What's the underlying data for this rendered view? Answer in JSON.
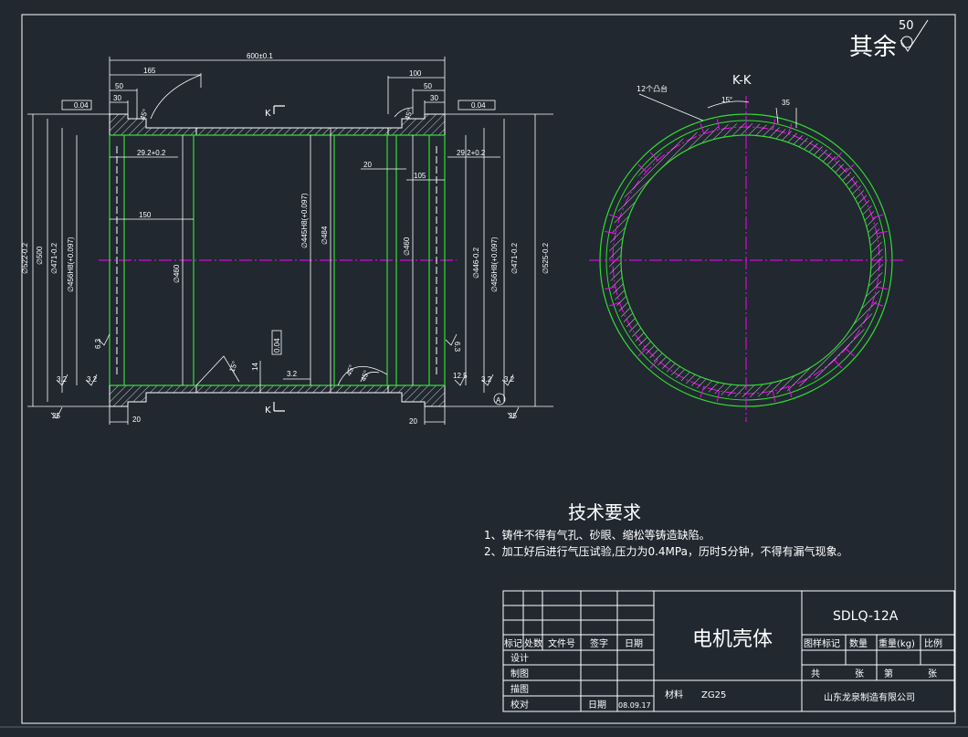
{
  "roughness": {
    "label": "其余",
    "value": "50"
  },
  "section_label": "K-K",
  "cut_mark": "K",
  "datum_label": "A",
  "boss_note": "12个凸台",
  "boss_angle": "15°",
  "boss_width": "35",
  "dims": {
    "overall_len": "600±0.1",
    "len_165": "165",
    "len_100": "100",
    "len_50_l": "50",
    "len_30_l": "30",
    "len_50_r": "50",
    "len_30_r": "30",
    "len_29_2_l": "29.2+0.2",
    "len_29_2_r": "29.2+0.2",
    "len_150": "150",
    "len_20_mid": "20",
    "len_105": "105",
    "len_20_bl": "20",
    "len_20_br": "20",
    "len_14": "14",
    "len_3_2": "3.2",
    "tol_flat_l": "0.04",
    "tol_flat_r": "0.04",
    "tol_mid": "0.04",
    "dia_522": "∅522-0.2",
    "dia_500": "∅500",
    "dia_471_l": "∅471-0.2",
    "dia_456_l": "∅456H8(+0.097)",
    "dia_460_l": "∅460",
    "dia_445": "∅445H8(+0.097)",
    "dia_484": "∅484",
    "dia_460_r": "∅460",
    "dia_446": "∅446-0.2",
    "dia_456_r": "∅456H8(+0.097)",
    "dia_471_r": "∅471-0.2",
    "dia_525": "∅525-0.2",
    "ang_45_tl": "45°",
    "ang_45_tr": "45°",
    "ang_15_b": "15°",
    "ang_45_b1": "45°",
    "ang_45_b2": "45°",
    "rough_63_l": "6.3",
    "rough_63_r": "6.3",
    "rough_32_l1": "3.2",
    "rough_32_l2": "3.2",
    "rough_125_r": "12.5",
    "rough_32_r1": "3.2",
    "rough_32_r2": "3.2",
    "rough_25_l": "25",
    "rough_25_r": "25"
  },
  "tech": {
    "title": "技术要求",
    "line1": "1、铸件不得有气孔、砂眼、缩松等铸造缺陷。",
    "line2": "2、加工好后进行气压试验,压力为0.4MPa，历时5分钟，不得有漏气现象。"
  },
  "title_block": {
    "part_name": "电机壳体",
    "drawing_no": "SDLQ-12A",
    "hdr_mark": "标记",
    "hdr_zone": "处数",
    "hdr_file": "文件号",
    "hdr_sign": "签字",
    "hdr_date": "日期",
    "design": "设计",
    "draw": "制图",
    "trace": "描图",
    "check": "校对",
    "date_label": "日期",
    "date_value": "08.09.17",
    "material_label": "材料",
    "material_value": "ZG25",
    "col_mark": "图样标记",
    "col_qty": "数量",
    "col_weight": "重量(kg)",
    "col_scale": "比例",
    "total": "共",
    "sheet": "张",
    "page": "第",
    "sheet2": "张",
    "company": "山东龙泉制造有限公司"
  }
}
